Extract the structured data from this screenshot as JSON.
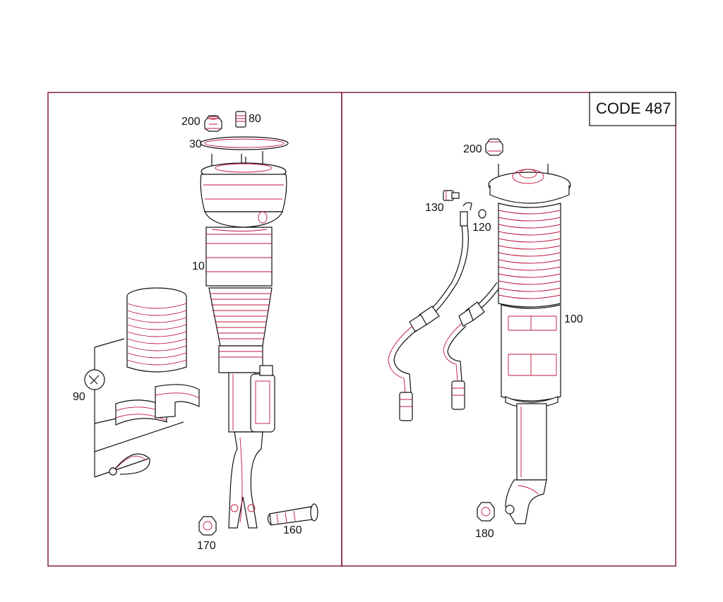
{
  "diagram": {
    "left_panel": {
      "callouts": {
        "nut": "200",
        "cap": "80",
        "gasket": "30",
        "strut": "10",
        "repair_kit": "90",
        "bolt": "160",
        "nut_lower": "170"
      }
    },
    "right_panel": {
      "code_box": "CODE 487",
      "callouts": {
        "nut": "200",
        "fitting": "130",
        "seal_ring": "120",
        "strut": "100",
        "nut_lower": "180"
      }
    }
  }
}
